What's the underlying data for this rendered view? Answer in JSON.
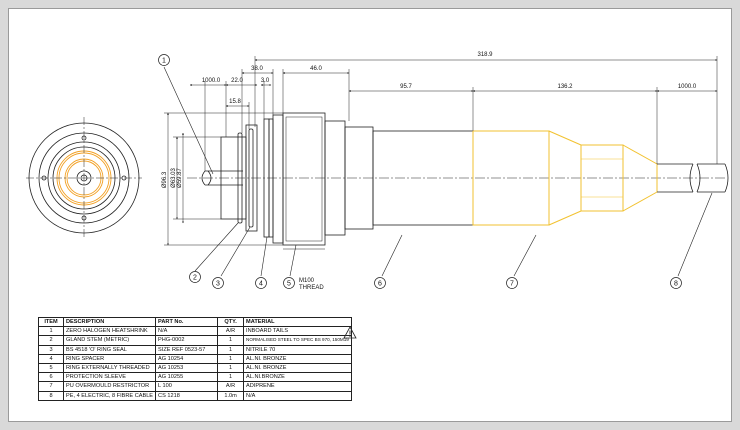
{
  "colors": {
    "outline": "#222222",
    "highlight": "#f2c230",
    "ring": "#f2a023",
    "background": "#d9d9d9",
    "sheet": "#ffffff"
  },
  "dimensions": {
    "overall": "318.9",
    "tail_left": "1000.0",
    "d38": "38.0",
    "d46": "46.0",
    "d22": "22.0",
    "d3": "3.0",
    "d15": "15.8",
    "d95": "95.7",
    "d136": "136.2",
    "tail_right": "1000.0",
    "dia1": "Ø96.3",
    "dia2": "Ø63.03",
    "dia3": "Ø59.87"
  },
  "thread_note": {
    "line1": "M100",
    "line2": "THREAD"
  },
  "balloons": [
    "1",
    "2",
    "3",
    "4",
    "5",
    "6",
    "7",
    "8"
  ],
  "warning_icon": "warning-triangle-icon",
  "bom": {
    "headers": [
      "ITEM",
      "DESCRIPTION",
      "PART No.",
      "QTY.",
      "MATERIAL"
    ],
    "rows": [
      {
        "item": "1",
        "desc": "ZERO HALOGEN HEATSHRINK",
        "part": "N/A",
        "qty": "A/R",
        "mat": "INBOARD TAILS"
      },
      {
        "item": "2",
        "desc": "GLAND STEM (METRIC)",
        "part": "PHG-0002",
        "qty": "1",
        "mat": "NORMALISED STEEL TO SPEC BS 970, 150M19"
      },
      {
        "item": "3",
        "desc": "BS 4518 'O' RING SEAL",
        "part": "SIZE REF 0523-57",
        "qty": "1",
        "mat": "NITRILE 70"
      },
      {
        "item": "4",
        "desc": "RING SPACER",
        "part": "AG 10254",
        "qty": "1",
        "mat": "AL.NI. BRONZE"
      },
      {
        "item": "5",
        "desc": "RING EXTERNALLY THREADED",
        "part": "AG 10253",
        "qty": "1",
        "mat": "AL.NI. BRONZE"
      },
      {
        "item": "6",
        "desc": "PROTECTION SLEEVE",
        "part": "AG 10255",
        "qty": "1",
        "mat": "AL.NI.BRONZE"
      },
      {
        "item": "7",
        "desc": "PU OVERMOULD RESTRICTOR",
        "part": "L 100",
        "qty": "A/R",
        "mat": "ADIPRENE"
      },
      {
        "item": "8",
        "desc": "PE, 4 ELECTRIC, 8 FIBRE CABLE",
        "part": "CS 1218",
        "qty": "1.0m",
        "mat": "N/A"
      }
    ]
  }
}
